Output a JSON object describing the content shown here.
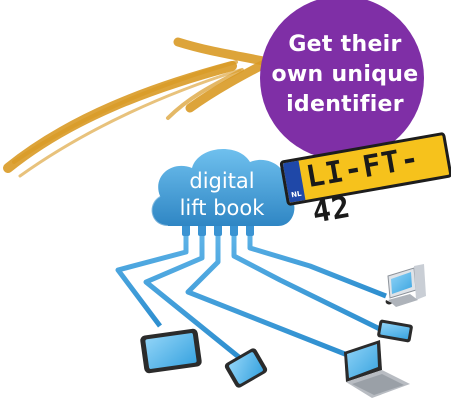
{
  "bubble": {
    "lines": [
      "Get their",
      "own unique",
      "identifier"
    ],
    "color": "#7f2fa6"
  },
  "cloud": {
    "lines": [
      "digital",
      "lift book"
    ],
    "color": "#3f9bd6"
  },
  "plate": {
    "country": "NL",
    "text": "LI-FT-42",
    "color": "#f6c21c"
  },
  "arrow": {
    "color": "#d99a25"
  },
  "devices": [
    "tablet",
    "smartphone",
    "laptop",
    "desktop",
    "phone"
  ]
}
